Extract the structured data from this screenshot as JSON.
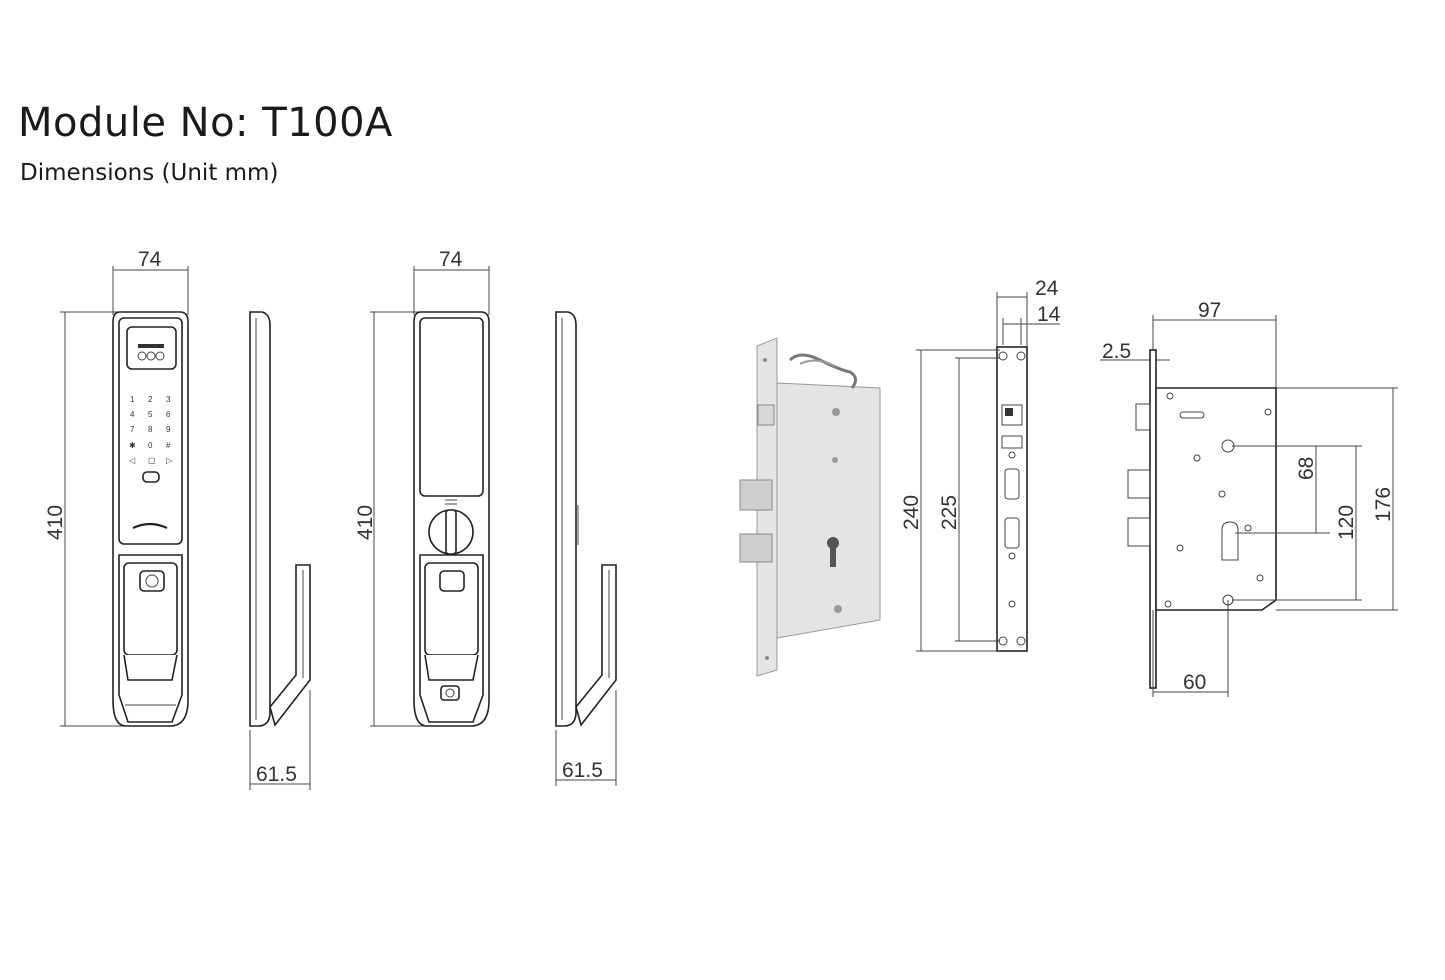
{
  "header": {
    "title": "Module No: T100A",
    "subtitle": "Dimensions (Unit mm)"
  },
  "dimensions": {
    "front_width": "74",
    "front_height": "410",
    "side_depth": "61.5",
    "back_width": "74",
    "back_height": "410",
    "back_side_depth": "61.5",
    "mortise_faceplate_width": "24",
    "mortise_faceplate_inner": "14",
    "mortise_total_height": "240",
    "mortise_screw_spacing": "225",
    "mortise_body_width": "97",
    "mortise_offset": "2.5",
    "mortise_upper_spacing": "68",
    "mortise_spindle_to_cylinder": "120",
    "mortise_body_height": "176",
    "mortise_backset": "60"
  }
}
